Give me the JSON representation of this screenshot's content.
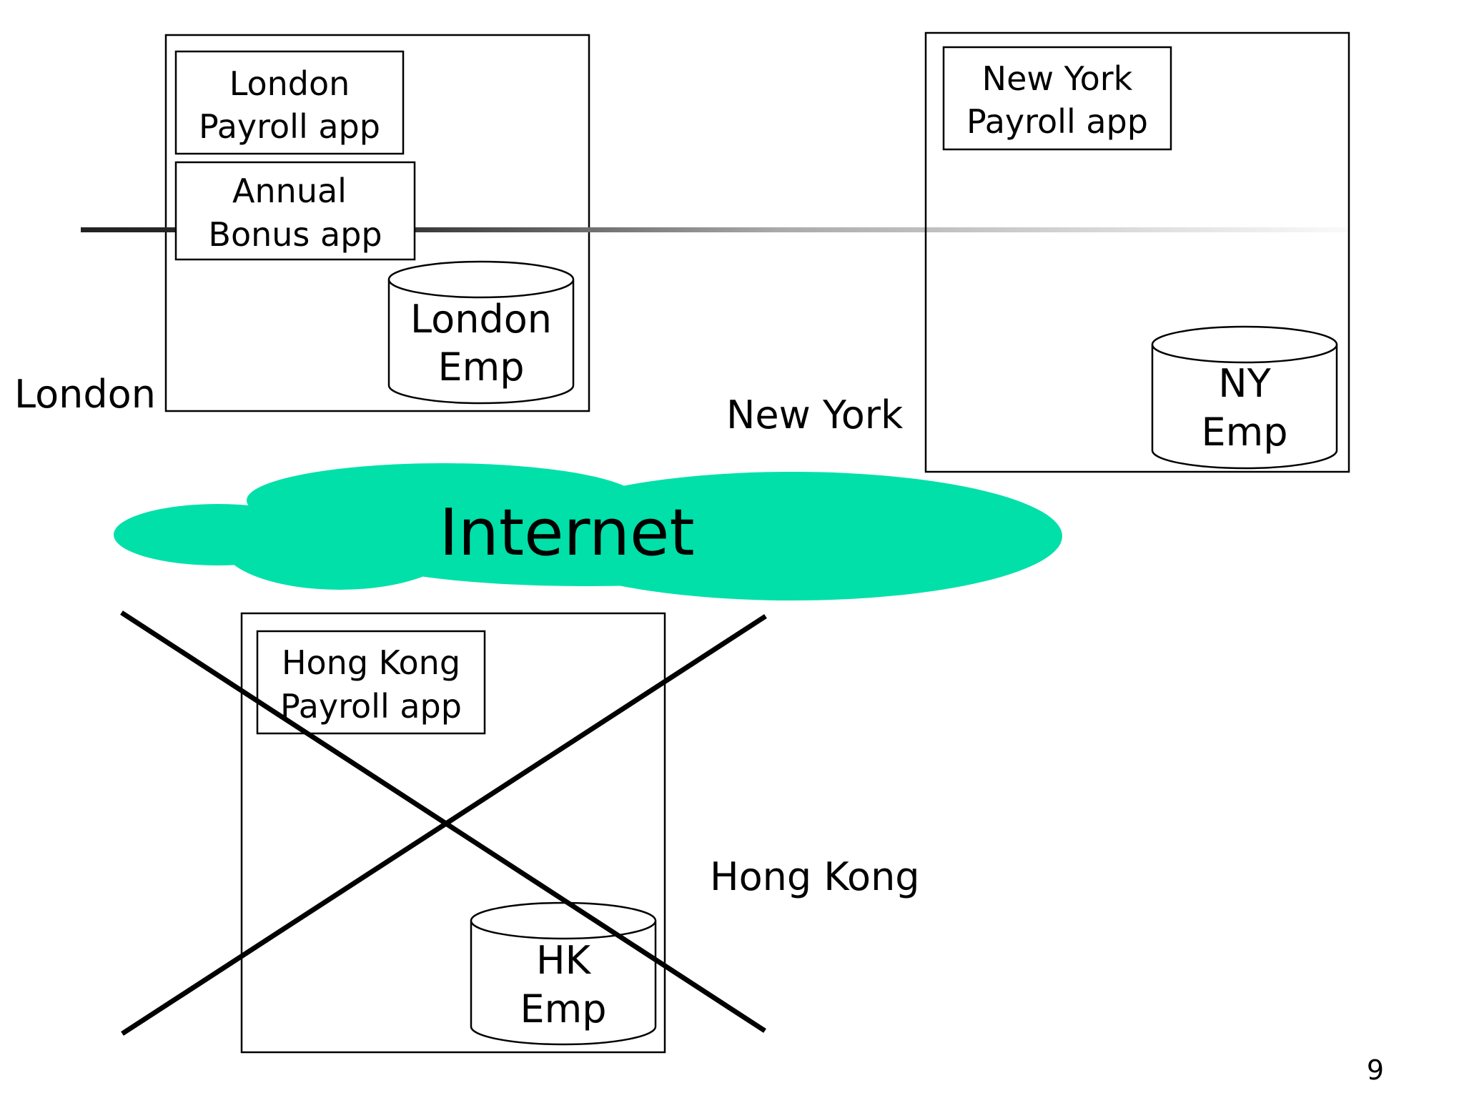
{
  "sites": {
    "london": {
      "label": "London",
      "apps": [
        {
          "lines": [
            "London",
            "Payroll app"
          ]
        },
        {
          "lines": [
            "Annual",
            "Bonus app"
          ]
        }
      ],
      "db": {
        "lines": [
          "London",
          "Emp"
        ]
      }
    },
    "new_york": {
      "label": "New York",
      "apps": [
        {
          "lines": [
            "New York",
            "Payroll app"
          ]
        }
      ],
      "db": {
        "lines": [
          "NY",
          "Emp"
        ]
      }
    },
    "hong_kong": {
      "label": "Hong Kong",
      "apps": [
        {
          "lines": [
            "Hong Kong",
            "Payroll app"
          ]
        }
      ],
      "db": {
        "lines": [
          "HK",
          "Emp"
        ]
      },
      "status": "crossed-out"
    }
  },
  "network": {
    "label": "Internet",
    "color": "#00e0a8"
  },
  "page_number": "9"
}
